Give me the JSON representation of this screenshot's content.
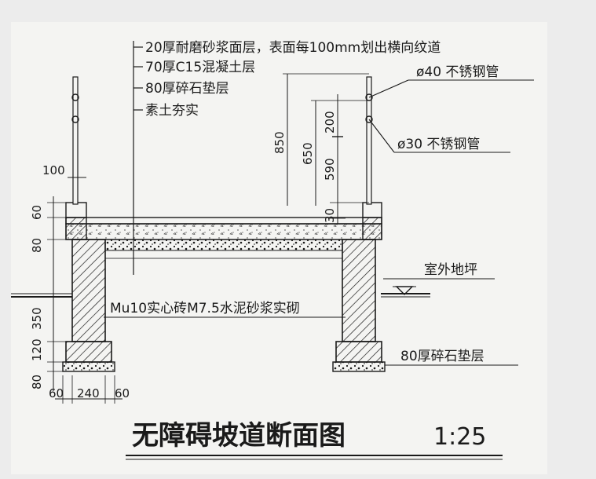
{
  "title": "无障碍坡道断面图",
  "scale": "1:25",
  "layers": [
    "20厚耐磨砂浆面层，表面每100mm划出横向纹道",
    "70厚C15混凝土层",
    "80厚碎石垫层",
    "素土夯实"
  ],
  "pipes": {
    "top_rail": "ø40 不锈钢管",
    "lower_rail": "ø30 不锈钢管"
  },
  "ground_label": "室外地坪",
  "footing_label": "80厚碎石垫层",
  "wall_label": "Mu10实心砖M7.5水泥砂浆实砌",
  "dimensions": {
    "top_post": "100",
    "left_60": "60",
    "left_80": "80",
    "left_350": "350",
    "left_120": "120",
    "left_80_bottom": "80",
    "bottom_60_left": "60",
    "bottom_240": "240",
    "bottom_60_right": "60",
    "height_850": "850",
    "height_650": "650",
    "height_200": "200",
    "height_590": "590",
    "small_30": "30"
  },
  "colors": {
    "ink": "#1a1a1a",
    "paper": "#f4f4f2",
    "background": "#ececec"
  }
}
